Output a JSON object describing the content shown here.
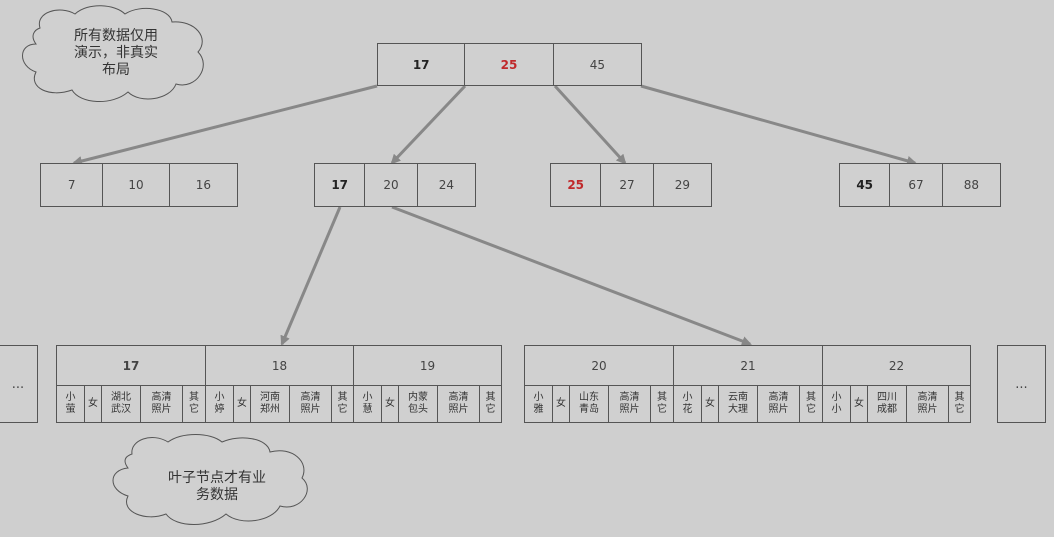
{
  "cloud_top": {
    "text": "所有数据仅用\n演示，非真实\n布局"
  },
  "cloud_bottom": {
    "text": "叶子节点才有业\n务数据"
  },
  "root": {
    "keys": [
      "17",
      "25",
      "45"
    ]
  },
  "level2": [
    {
      "keys": [
        "7",
        "10",
        "16"
      ]
    },
    {
      "keys": [
        "17",
        "20",
        "24"
      ]
    },
    {
      "keys": [
        "25",
        "27",
        "29"
      ]
    },
    {
      "keys": [
        "45",
        "67",
        "88"
      ]
    }
  ],
  "leaves_left": [
    {
      "key": "17",
      "fields": [
        "小\n萤",
        "女",
        "湖北\n武汉",
        "高清\n照片",
        "其\n它"
      ]
    },
    {
      "key": "18",
      "fields": [
        "小\n婷",
        "女",
        "河南\n郑州",
        "高清\n照片",
        "其\n它"
      ]
    },
    {
      "key": "19",
      "fields": [
        "小\n慧",
        "女",
        "内蒙\n包头",
        "高清\n照片",
        "其\n它"
      ]
    }
  ],
  "leaves_right": [
    {
      "key": "20",
      "fields": [
        "小\n雅",
        "女",
        "山东\n青岛",
        "高清\n照片",
        "其\n它"
      ]
    },
    {
      "key": "21",
      "fields": [
        "小\n花",
        "女",
        "云南\n大理",
        "高清\n照片",
        "其\n它"
      ]
    },
    {
      "key": "22",
      "fields": [
        "小\n小",
        "女",
        "四川\n成都",
        "高清\n照片",
        "其\n它"
      ]
    }
  ],
  "ellipsis": "..."
}
